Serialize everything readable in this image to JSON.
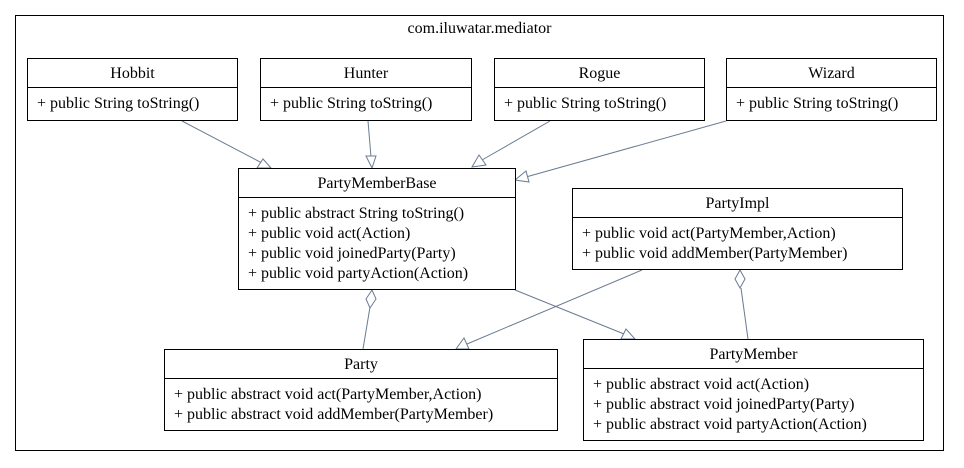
{
  "package": {
    "name": "com.iluwatar.mediator"
  },
  "classes": {
    "hobbit": {
      "name": "Hobbit",
      "methods": [
        "+ public String toString()"
      ]
    },
    "hunter": {
      "name": "Hunter",
      "methods": [
        "+ public String toString()"
      ]
    },
    "rogue": {
      "name": "Rogue",
      "methods": [
        "+ public String toString()"
      ]
    },
    "wizard": {
      "name": "Wizard",
      "methods": [
        "+ public String toString()"
      ]
    },
    "partyMemberBase": {
      "name": "PartyMemberBase",
      "methods": [
        "+ public abstract String toString()",
        "+ public void act(Action)",
        "+ public void joinedParty(Party)",
        "+ public void partyAction(Action)"
      ]
    },
    "partyImpl": {
      "name": "PartyImpl",
      "methods": [
        "+ public void act(PartyMember,Action)",
        "+ public void addMember(PartyMember)"
      ]
    },
    "party": {
      "name": "Party",
      "methods": [
        "+ public abstract void act(PartyMember,Action)",
        "+ public abstract void addMember(PartyMember)"
      ]
    },
    "partyMember": {
      "name": "PartyMember",
      "methods": [
        "+ public abstract void act(Action)",
        "+ public abstract void joinedParty(Party)",
        "+ public abstract void partyAction(Action)"
      ]
    }
  },
  "colors": {
    "edge": "#6a7b92",
    "border": "#000000",
    "fill": "#ffffff"
  }
}
